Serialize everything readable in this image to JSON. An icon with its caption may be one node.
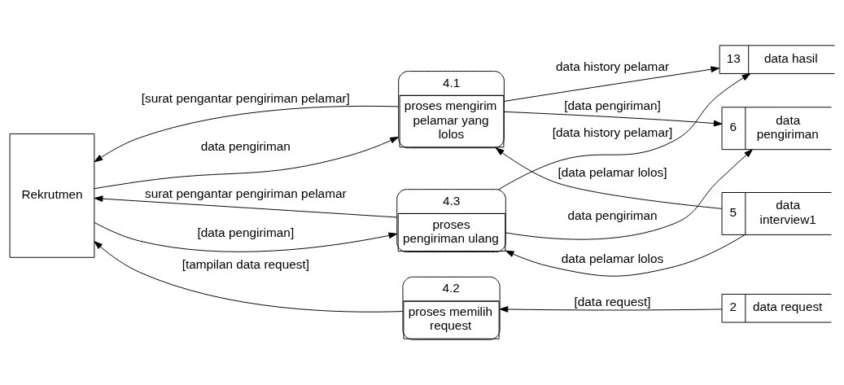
{
  "diagram": {
    "nodes": [
      {
        "text": [
          "Rekrutmen"
        ]
      },
      {
        "text": [
          "4.1",
          "proses mengirim pelamar yang lolos"
        ]
      },
      {
        "text": [
          "5",
          "data interview1"
        ]
      },
      {
        "text": [
          "6",
          "data pengiriman"
        ]
      },
      {
        "text": [
          "4.2",
          "proses memilih request"
        ]
      },
      {
        "text": [
          "2",
          "data request"
        ]
      },
      {
        "text": [
          "4.3",
          "proses pengiriman ulang"
        ]
      },
      {
        "text": [
          "13",
          "data hasil"
        ]
      }
    ],
    "edges": [
      {
        "from": 0,
        "to": 1,
        "arrow": "to",
        "label": "data pengiriman"
      },
      {
        "from": 1,
        "to": 0,
        "arrow": "to",
        "label": "[surat pengantar pengiriman pelamar]"
      },
      {
        "from": 2,
        "to": 1,
        "arrow": "to",
        "label": "[data pelamar lolos]"
      },
      {
        "from": 1,
        "to": 3,
        "arrow": "to",
        "label": "[data pengiriman]"
      },
      {
        "from": 4,
        "to": 0,
        "arrow": "to",
        "label": "[tampilan data request]"
      },
      {
        "from": 5,
        "to": 4,
        "arrow": "to",
        "label": "[data request]"
      },
      {
        "from": 1,
        "to": 7,
        "arrow": "to",
        "label": "data history pelamar"
      },
      {
        "from": 2,
        "to": 6,
        "arrow": "to",
        "label": "data pelamar lolos"
      },
      {
        "from": 0,
        "to": 6,
        "arrow": "to",
        "label": "[data pengiriman]"
      },
      {
        "from": 6,
        "to": 7,
        "arrow": "to",
        "label": "[data history pelamar]"
      },
      {
        "from": 6,
        "to": 0,
        "arrow": "to",
        "label": "surat pengantar pengiriman pelamar"
      },
      {
        "from": 6,
        "to": 3,
        "arrow": "to",
        "label": "data pengiriman"
      }
    ]
  }
}
